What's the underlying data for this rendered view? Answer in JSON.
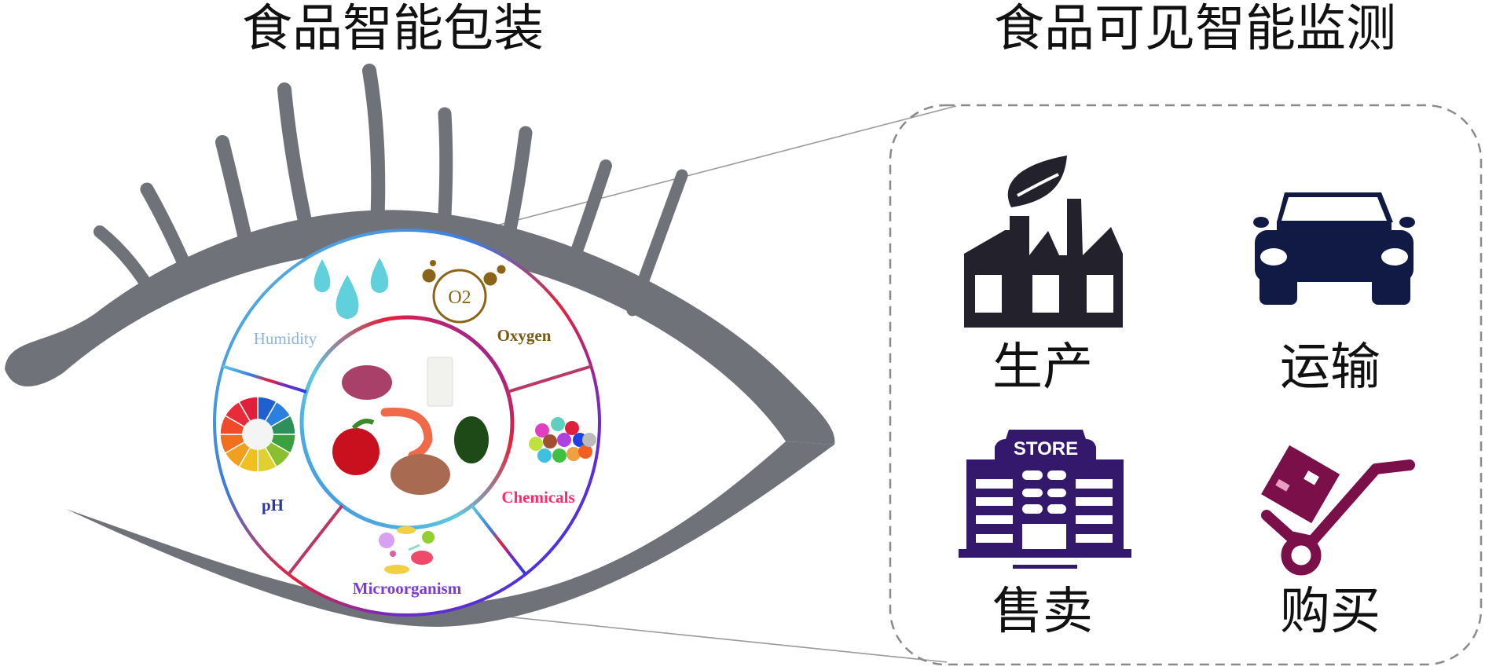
{
  "titles": {
    "left": "食品智能包装",
    "right": "食品可见智能监测"
  },
  "eye": {
    "segments": {
      "humidity": "Humidity",
      "oxygen": "Oxygen",
      "ph": "pH",
      "chemicals": "Chemicals",
      "microorganism": "Microorganism"
    },
    "oxygen_symbol": "O2",
    "colors": {
      "lid": "#6f7278",
      "humidity": "#8fb3e0",
      "oxygen": "#7a5a10",
      "ph": "#2a3a9a",
      "chemicals": "#ff2a6a",
      "microorganism": "#7a3ae0"
    }
  },
  "monitoring": {
    "items": [
      {
        "label": "生产",
        "icon": "factory-icon",
        "color": "#23222c"
      },
      {
        "label": "运输",
        "icon": "car-icon",
        "color": "#101a45"
      },
      {
        "label": "售卖",
        "icon": "store-icon",
        "color": "#33186b"
      },
      {
        "label": "购买",
        "icon": "trolley-icon",
        "color": "#7a0f4a"
      }
    ],
    "store_sign": "STORE"
  }
}
